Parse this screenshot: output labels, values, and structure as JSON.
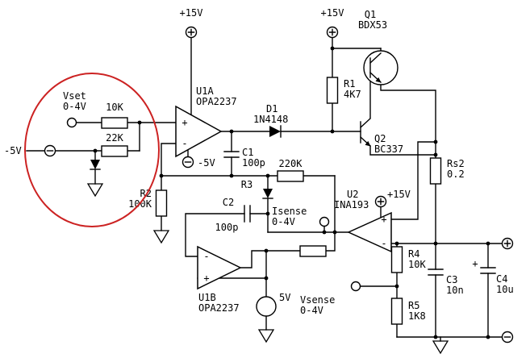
{
  "colors": {
    "background": "#ffffff",
    "wire": "#000000",
    "component_fill": "#ffffff",
    "highlight_ellipse": "#cc2222"
  },
  "power": {
    "vcc_left": "+15V",
    "vcc_right": "+15V",
    "vcc_u2": "+15V",
    "vee_u1a": "-5V",
    "vin_neg": "-5V",
    "vref": "5V"
  },
  "signals": {
    "vset": {
      "name": "Vset",
      "range": "0-4V"
    },
    "isense": {
      "name": "Isense",
      "range": "0-4V"
    },
    "vsense": {
      "name": "Vsense",
      "range": "0-4V"
    }
  },
  "components": {
    "u1a": {
      "ref": "U1A",
      "part": "OPA2237"
    },
    "u1b": {
      "ref": "U1B",
      "part": "OPA2237"
    },
    "u2": {
      "ref": "U2",
      "part": "INA193"
    },
    "q1": {
      "ref": "Q1",
      "part": "BDX53"
    },
    "q2": {
      "ref": "Q2",
      "part": "BC337"
    },
    "d1": {
      "ref": "D1",
      "part": "1N4148"
    },
    "rset1": {
      "value": "10K"
    },
    "rset2": {
      "value": "22K"
    },
    "r1": {
      "ref": "R1",
      "value": "4K7"
    },
    "r2": {
      "ref": "R2",
      "value": "100K"
    },
    "r3": {
      "ref": "R3",
      "value": "220K"
    },
    "r4": {
      "ref": "R4",
      "value": "10K"
    },
    "r5": {
      "ref": "R5",
      "value": "1K8"
    },
    "rs2": {
      "ref": "Rs2",
      "value": "0.2"
    },
    "c1": {
      "ref": "C1",
      "value": "100p"
    },
    "c2": {
      "ref": "C2",
      "value": "100p"
    },
    "c3": {
      "ref": "C3",
      "value": "10n"
    },
    "c4": {
      "ref": "C4",
      "value": "10u",
      "polarity": "+"
    }
  },
  "marks": {
    "plus": "+",
    "minus": "-"
  }
}
